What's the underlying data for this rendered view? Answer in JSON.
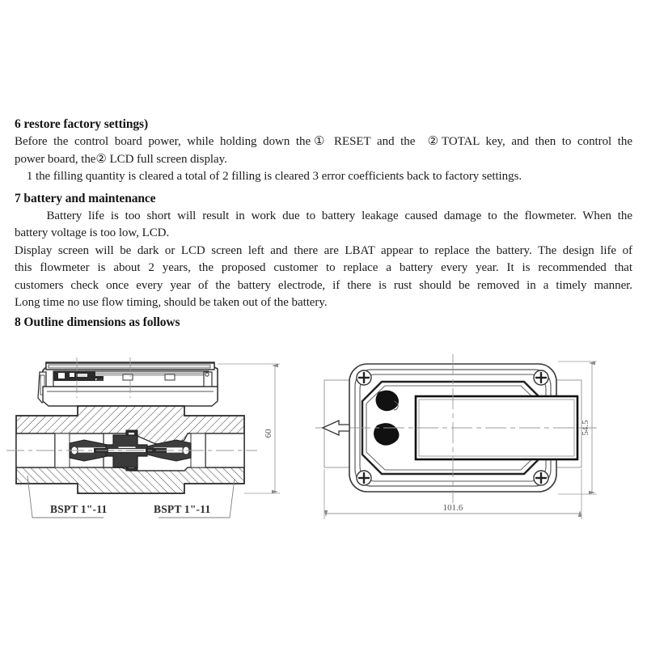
{
  "document": {
    "sections": [
      {
        "id": "section-6",
        "heading": "6 restore factory settings)",
        "lines": [
          "Before the control board power, while holding down the① RESET and the  ②TOTAL key, and then to control the",
          "power board, the② LCD full screen display.",
          "    1 the filling quantity is cleared a total of 2 filling is cleared 3 error coefficients back to factory settings."
        ]
      },
      {
        "id": "section-7",
        "heading": "7 battery and maintenance",
        "lines": [
          "     Battery life is too short will result in work due to battery leakage caused damage to the flowmeter. When the",
          "battery voltage is too low, LCD.",
          "Display screen will be dark or LCD screen left and there are LBAT appear to replace the battery. The design life of",
          "this flowmeter is about 2 years, the proposed customer to replace a battery every year. It is recommended that",
          "customers check once every year of the battery electrode, if there is rust should be removed in a timely manner.",
          "Long time no use flow timing, should be taken out of the battery."
        ]
      },
      {
        "id": "section-8",
        "heading": "8 Outline dimensions as follows",
        "lines": []
      }
    ]
  },
  "drawings": {
    "left": {
      "name": "flowmeter-cross-section-view",
      "labels": {
        "height_dimension": "60",
        "thread_left": "BSPT 1\"-11",
        "thread_right": "BSPT 1\"-11"
      }
    },
    "right": {
      "name": "flowmeter-top-view",
      "labels": {
        "width_dimension": "101.6",
        "height_dimension": "54.5"
      }
    }
  },
  "colors": {
    "ink": "#1a1a1a",
    "line": "#3a3a3a",
    "dim_line": "#8a8a8a",
    "hatch": "#555555",
    "fill_dark": "#111111"
  }
}
